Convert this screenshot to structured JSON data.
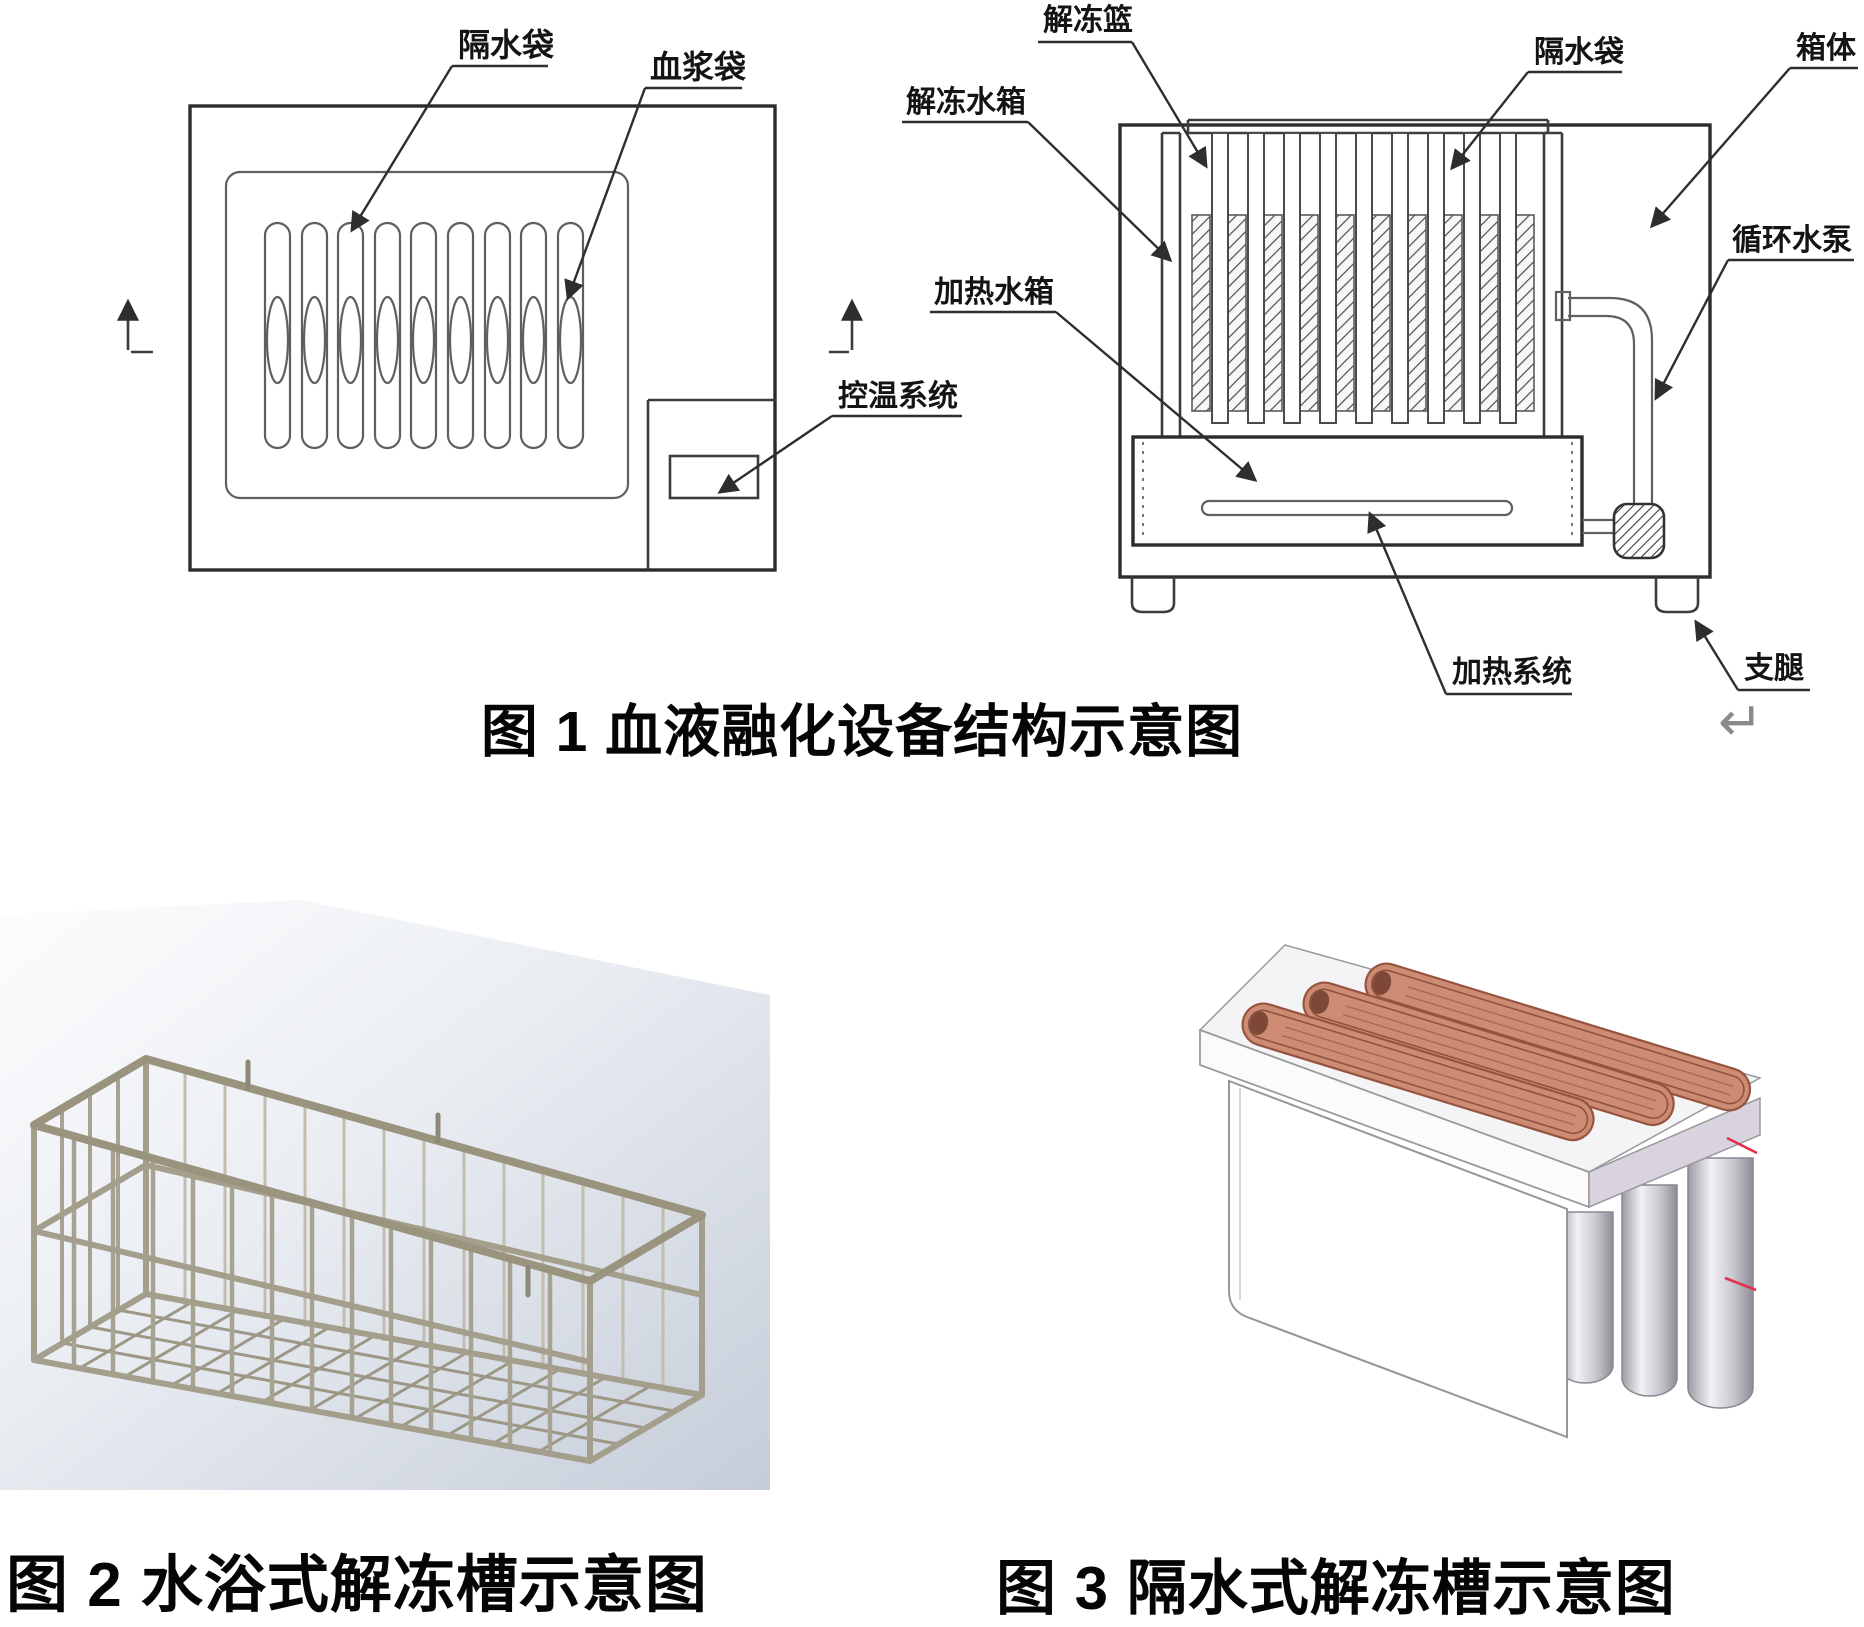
{
  "figure1": {
    "caption": "图 1 血液融化设备结构示意图",
    "paragraph_mark": "↵",
    "left_diagram": {
      "labels": {
        "water_isolation_bag": "隔水袋",
        "plasma_bag": "血浆袋",
        "temperature_control_system": "控温系统"
      }
    },
    "right_diagram": {
      "labels": {
        "thawing_basket": "解冻篮",
        "thawing_water_tank": "解冻水箱",
        "water_isolation_bag": "隔水袋",
        "cabinet_body": "箱体",
        "circulating_water_pump": "循环水泵",
        "heating_water_tank": "加热水箱",
        "heating_system": "加热系统",
        "support_leg": "支腿"
      }
    }
  },
  "figure2": {
    "caption": "图 2 水浴式解冻槽示意图"
  },
  "figure3": {
    "caption": "图 3 隔水式解冻槽示意图"
  },
  "colors": {
    "copper": "#cd8b74",
    "copper_dark": "#96543f",
    "copper_inner": "#8d5340",
    "red_mark": "#e0304e",
    "line": "#2e2e2e",
    "lavender": "#d9d3e0",
    "backdrop_blue": "#c6cdd9"
  }
}
